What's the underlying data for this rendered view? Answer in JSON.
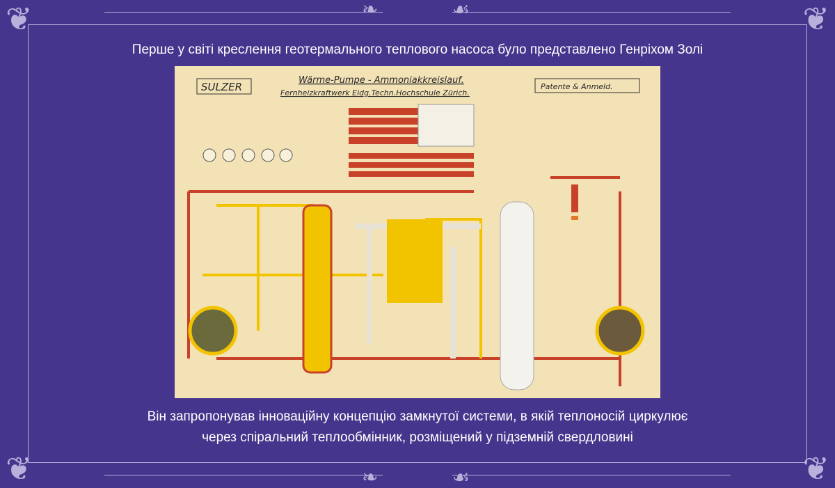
{
  "slide": {
    "title": "Перше у світі креслення геотермального теплового насоса було представлено Генріхом Золі",
    "subtitle_line1": "Він запропонував інноваційну концепцію замкнутої системи, в якій теплоносій циркулює",
    "subtitle_line2": "через спіральний теплообмінник, розміщений у підземній свердловині"
  },
  "drawing": {
    "brand": "SULZER",
    "heading": "Wärme-Pumpe - Ammoniakkreislauf.",
    "subheading": "Fernheizkraftwerk Eidg.Techn.Hochschule Zürich.",
    "patent": "Patente & Anmeld."
  },
  "colors": {
    "background": "#46358c",
    "ornament": "#b9b0dc",
    "paper": "#f3e2b6",
    "pipe_red": "#c8422a",
    "pipe_yellow": "#f2c400"
  }
}
